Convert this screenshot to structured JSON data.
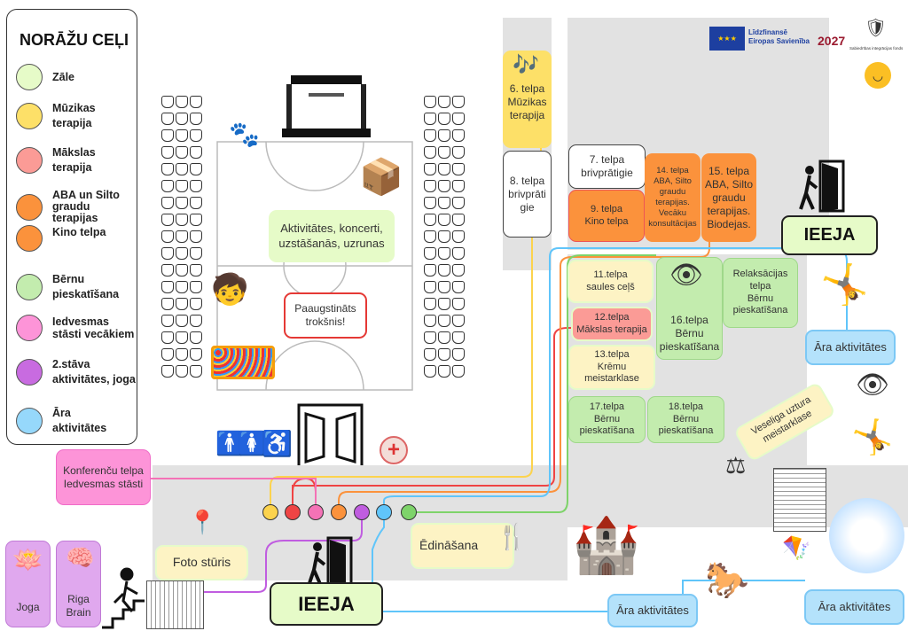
{
  "legend": {
    "title": "NORĀŽU CEĻI",
    "items": [
      {
        "label": "Zāle",
        "color": "#e6fbc8"
      },
      {
        "label": "Mūzikas\nterapija",
        "color": "#fde068"
      },
      {
        "label": "Mākslas\nterapija",
        "color": "#fb9b96"
      },
      {
        "label": "ABA un Silto\ngraudu terapijas",
        "color": "#fb923c"
      },
      {
        "label": "Kino telpa",
        "color": "#fb923c"
      },
      {
        "label": "Bērnu\npieskatīšana",
        "color": "#c3ecae"
      },
      {
        "label": "Iedvesmas\nstāsti vecākiem",
        "color": "#fd94d8"
      },
      {
        "label": "2.stāva\naktivitātes, joga",
        "color": "#c86be0"
      },
      {
        "label": "Āra\naktivitātes",
        "color": "#96d8fb"
      }
    ]
  },
  "hall": {
    "activities": "Aktivitātes, koncerti,\nuzstāšanās, uzrunas",
    "noise": "Paaugstināts\ntrokšnis!"
  },
  "rooms": {
    "r6": "6. telpa\nMūzikas\nterapija",
    "r8": "8. telpa\nbrivprāti\ngie",
    "r7": "7. telpa\nbrivprātigie",
    "r9": "9. telpa\nKino telpa",
    "r14": "14. telpa\nABA, Silto\ngraudu\nterapijas.\nVecāku\nkonsultācijas",
    "r15": "15. telpa\nABA, Silto\ngraudu\nterapijas.\nBiodejas.",
    "r11": "11.telpa\nsaules ceļš",
    "r12": "12.telpa\nMākslas terapija",
    "r13": "13.telpa\nKrēmu\nmeistarklase",
    "r16": "16.telpa\nBērnu\npieskatīšana",
    "relax": "Relaksācijas\ntelpa\nBērnu\npieskatīšana",
    "r17": "17.telpa\nBērnu\npieskatīšana",
    "r18": "18.telpa\nBērnu\npieskatīšana",
    "nutrition": "Veseliga uztura\nmeistarklase",
    "conference": "Konferenču telpa\nIedvesmas stāsti",
    "photo": "Foto stūris",
    "dining": "Ēdināšana",
    "yoga": "Joga",
    "riga_brain": "Riga\nBrain"
  },
  "entrances": {
    "top": "IEEJA",
    "bottom": "IEEJA"
  },
  "outdoor": {
    "a": "Āra aktivitātes",
    "b": "Āra aktivitātes",
    "c": "Āra aktivitātes"
  },
  "logos": {
    "eu": "Līdzfinansē\nEiropas Savienība",
    "year": "2027",
    "fund": "Sabiedrības integrācijas fonds"
  },
  "path_colors": [
    "#fcd34d",
    "#ef4444",
    "#f472b6",
    "#fb923c",
    "#c05de0",
    "#60c5fa",
    "#7ed36a"
  ]
}
